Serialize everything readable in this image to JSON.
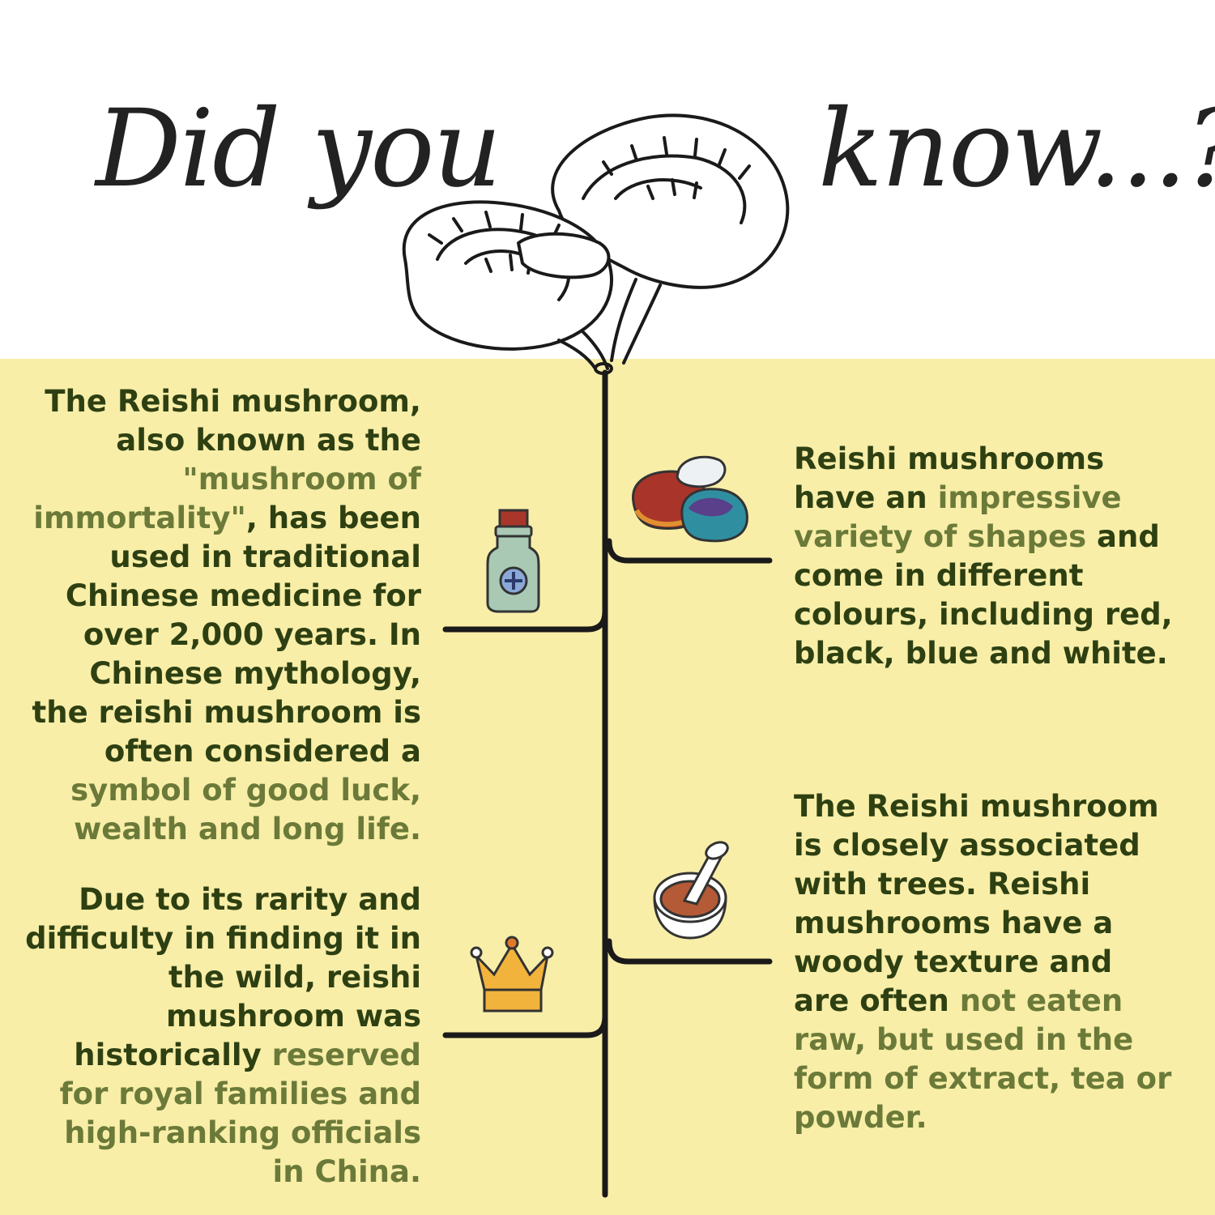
{
  "title": {
    "part1": "Did you",
    "part2": "know...?"
  },
  "facts": [
    {
      "icon": "medicine-bottle-icon",
      "segments": [
        {
          "text": "The Reishi mushroom, also known as the ",
          "highlight": false
        },
        {
          "text": "\"mushroom of immortality\"",
          "highlight": true
        },
        {
          "text": ", has been used in traditional Chinese medicine for over 2,000 years. In Chinese mythology, the reishi mushroom is often considered a ",
          "highlight": false
        },
        {
          "text": "symbol of good luck, wealth and long life.",
          "highlight": true
        }
      ]
    },
    {
      "icon": "crown-icon",
      "segments": [
        {
          "text": "Due to its rarity and difficulty in finding it in the wild, reishi mushroom was historically ",
          "highlight": false
        },
        {
          "text": "reserved for royal families and high-ranking officials in China.",
          "highlight": true
        }
      ]
    },
    {
      "icon": "colored-mushrooms-icon",
      "segments": [
        {
          "text": "Reishi mushrooms have an ",
          "highlight": false
        },
        {
          "text": "impressive variety of shapes",
          "highlight": true
        },
        {
          "text": " and come in different colours, including red, black, blue and white.",
          "highlight": false
        }
      ]
    },
    {
      "icon": "mortar-pestle-icon",
      "segments": [
        {
          "text": "The Reishi mushroom is closely associated with trees. Reishi mushrooms have a woody texture and are often ",
          "highlight": false
        },
        {
          "text": "not eaten raw, but used in the form of extract, tea or powder.",
          "highlight": true
        }
      ]
    }
  ],
  "colors": {
    "background_top": "#ffffff",
    "background_panel": "#f8eea8",
    "text": "#2e4012",
    "highlight": "#6b7a38",
    "lines": "#1a1a1a"
  }
}
